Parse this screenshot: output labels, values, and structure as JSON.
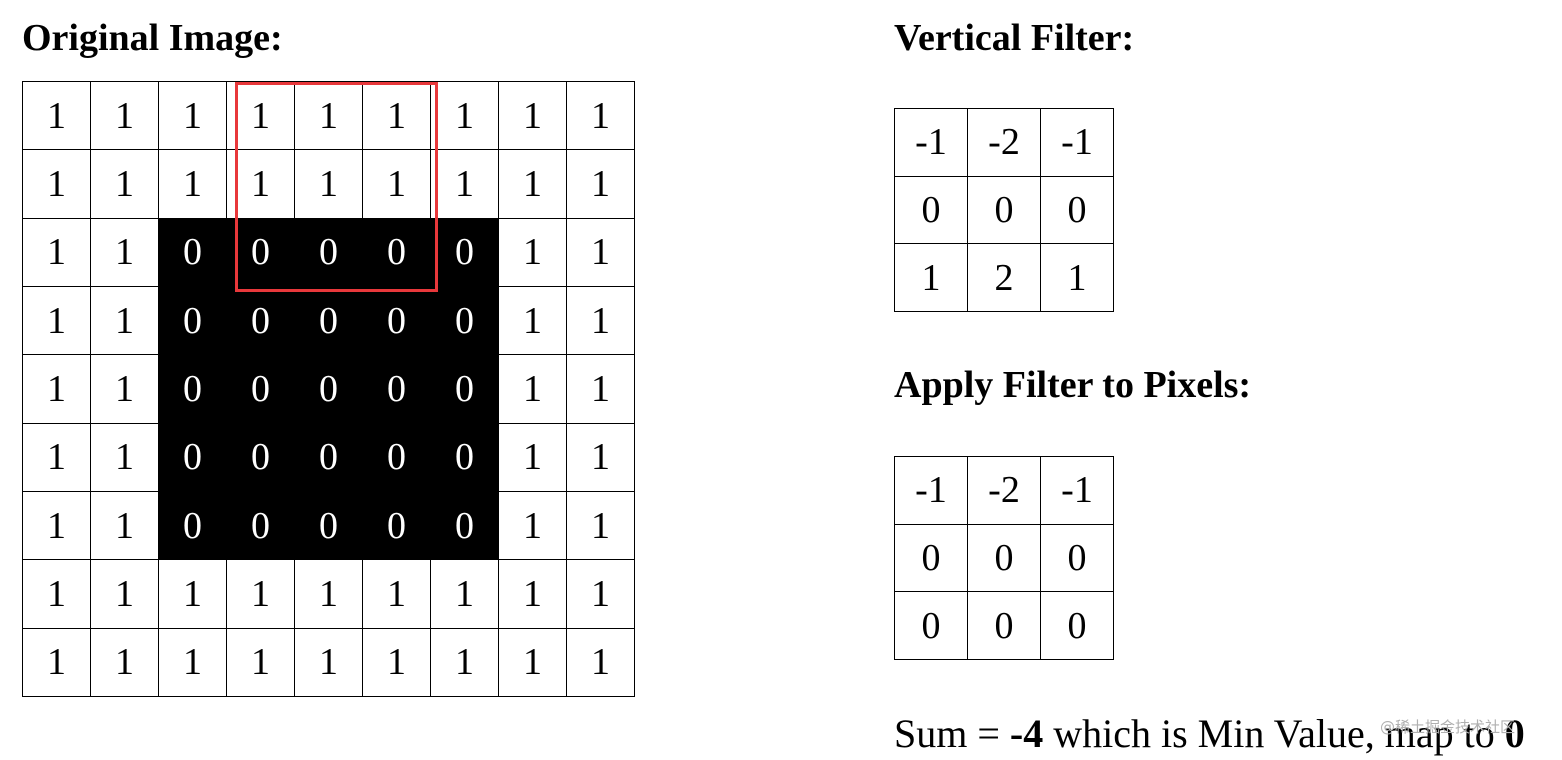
{
  "original_image": {
    "title": "Original Image:",
    "grid": [
      [
        "1",
        "1",
        "1",
        "1",
        "1",
        "1",
        "1",
        "1",
        "1"
      ],
      [
        "1",
        "1",
        "1",
        "1",
        "1",
        "1",
        "1",
        "1",
        "1"
      ],
      [
        "1",
        "1",
        "0",
        "0",
        "0",
        "0",
        "0",
        "1",
        "1"
      ],
      [
        "1",
        "1",
        "0",
        "0",
        "0",
        "0",
        "0",
        "1",
        "1"
      ],
      [
        "1",
        "1",
        "0",
        "0",
        "0",
        "0",
        "0",
        "1",
        "1"
      ],
      [
        "1",
        "1",
        "0",
        "0",
        "0",
        "0",
        "0",
        "1",
        "1"
      ],
      [
        "1",
        "1",
        "0",
        "0",
        "0",
        "0",
        "0",
        "1",
        "1"
      ],
      [
        "1",
        "1",
        "1",
        "1",
        "1",
        "1",
        "1",
        "1",
        "1"
      ],
      [
        "1",
        "1",
        "1",
        "1",
        "1",
        "1",
        "1",
        "1",
        "1"
      ]
    ],
    "highlight_color": "#e8383b"
  },
  "vertical_filter": {
    "title": "Vertical Filter:",
    "grid": [
      [
        "-1",
        "-2",
        "-1"
      ],
      [
        "0",
        "0",
        "0"
      ],
      [
        "1",
        "2",
        "1"
      ]
    ]
  },
  "applied_filter": {
    "title": "Apply Filter to Pixels:",
    "grid": [
      [
        "-1",
        "-2",
        "-1"
      ],
      [
        "0",
        "0",
        "0"
      ],
      [
        "0",
        "0",
        "0"
      ]
    ]
  },
  "result": {
    "prefix": "Sum = ",
    "value": "-4",
    "middle": " which is Min Value, map to ",
    "mapped": "0"
  },
  "watermark": "@稀土掘金技术社区"
}
